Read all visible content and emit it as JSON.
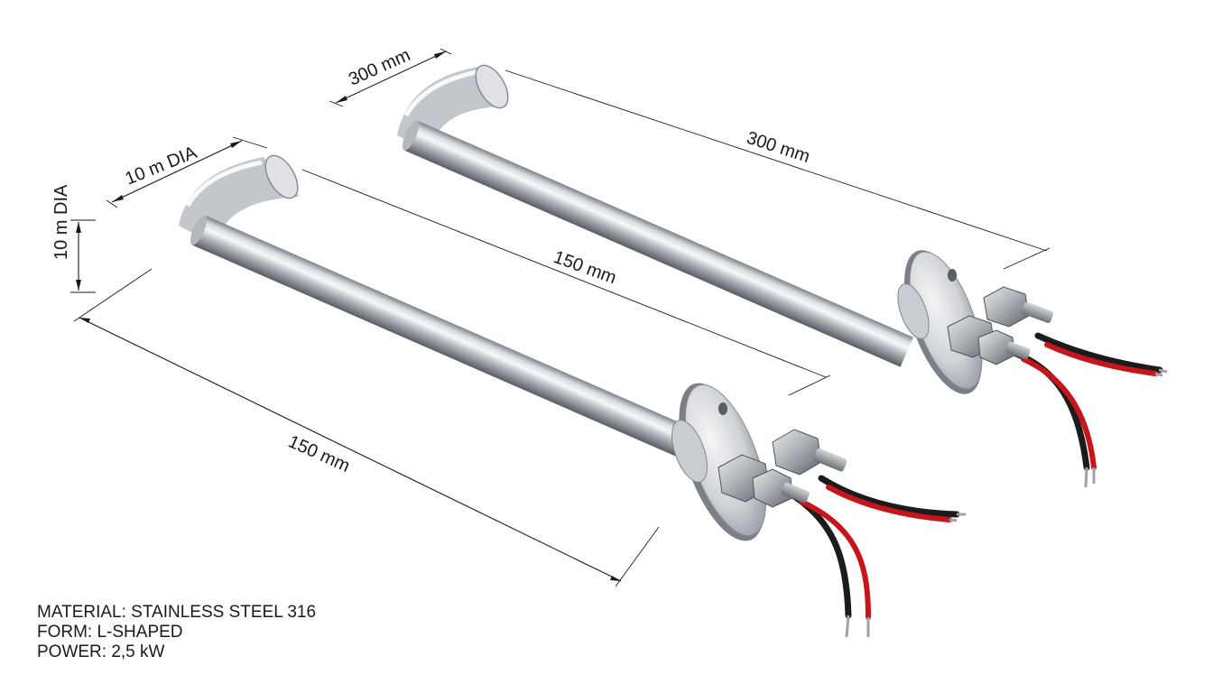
{
  "dimensions": {
    "rear_bend_width": "300 mm",
    "rear_length": "300 mm",
    "front_bend_diameter": "10 m DIA",
    "front_height_diameter": "10 m DIA",
    "front_length_upper": "150 mm",
    "front_length_lower": "150 mm"
  },
  "specs": {
    "material": "MATERIAL: STAINLESS STEEL 316",
    "form": "FORM: L-SHAPED",
    "power": "POWER: 2,5 kW"
  },
  "colors": {
    "steel_light": "#f2f3f5",
    "steel_mid": "#b7bbc0",
    "steel_dark": "#6e7278",
    "wire_red": "#c8151b",
    "wire_black": "#1b1b1b",
    "line": "#1a1a1a"
  }
}
